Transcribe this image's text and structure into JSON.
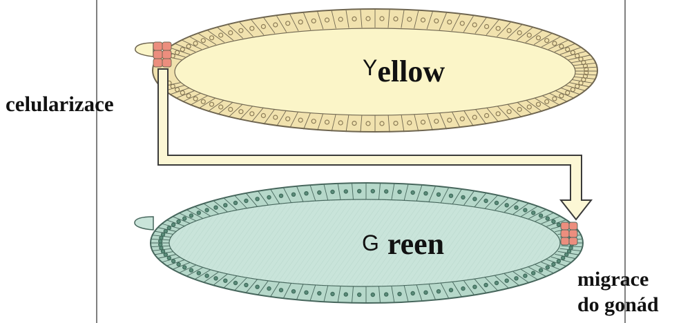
{
  "labels": {
    "cellularization": "celularizace",
    "migration_line1": "migrace",
    "migration_line2": "do gonád"
  },
  "embryo_top": {
    "name_initial": "Y",
    "name_rest": "ellow",
    "fill_color": "#FBF5C8",
    "cell_color": "#F1E2AE",
    "outline_color": "#6E6550",
    "pole_cell_color": "#EC8E7E"
  },
  "embryo_bottom": {
    "name_initial": "G",
    "name_rest": "reen",
    "fill_color": "#C9E4DA",
    "cell_color": "#B6D8CA",
    "outline_color": "#46665C",
    "pole_cell_color": "#EC8E7E"
  },
  "arrow": {
    "fill_color": "#FCF7D5",
    "outline_color": "#3A3A3A"
  },
  "frame_line_color": "#555555"
}
